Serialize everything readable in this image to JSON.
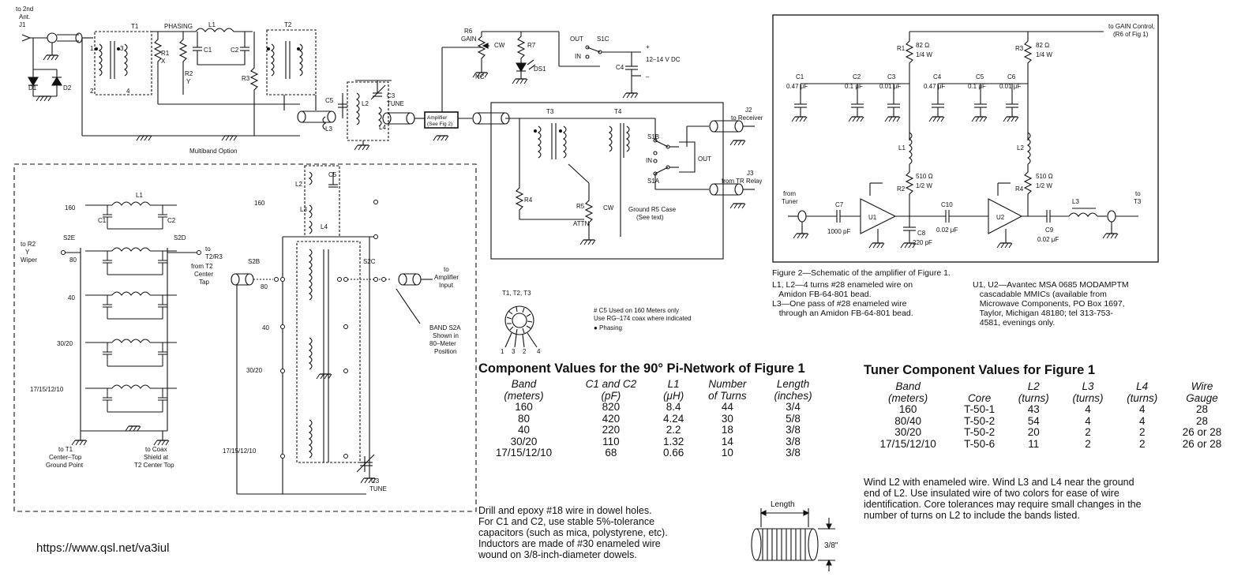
{
  "url": "https://www.qsl.net/va3iul",
  "schematic_top": {
    "labels": {
      "ant": "to 2nd\nAnt.\nJ1",
      "d1": "D1",
      "d2": "D2",
      "t1": "T1",
      "phasing": "PHASING",
      "l1": "L1",
      "c1": "C1",
      "c2": "C2",
      "r1": "R1",
      "r1x": "X",
      "r2": "R2",
      "r2y": "Y",
      "r3": "R3",
      "t2": "T2",
      "c5": "C5",
      "l2": "L2",
      "l3": "L3",
      "l4": "L4",
      "c3": "C3",
      "tune": "TUNE",
      "amp": "Amplifier\n(See Fig 2)",
      "r6": "R6",
      "gain": "GAIN",
      "cw": "CW",
      "nc": "NC",
      "r7": "R7",
      "ds1": "DS1",
      "out": "OUT",
      "in": "IN",
      "s1c": "S1C",
      "c4": "C4",
      "supply": "12–14 V DC",
      "plus": "+",
      "minus": "–",
      "t3": "T3",
      "t4": "T4",
      "r4": "R4",
      "r5": "R5",
      "attn": "ATTN",
      "s1b": "S1B",
      "s1a": "S1A",
      "in2": "IN",
      "out2": "OUT",
      "cw2": "CW",
      "ground_r5": "Ground R5 Case\n(See text)",
      "j2": "J2\nto Receiver",
      "j3": "J3\nfrom TR Relay",
      "multiband": "Multiband Option",
      "wind1": "1",
      "wind2": "2",
      "wind3": "3",
      "wind4": "4"
    }
  },
  "schematic_fig2": {
    "labels": {
      "gain_ctrl": "to GAIN Control,\n(R6 of Fig 1)",
      "r1": "R1",
      "r1v": "82 Ω\n1/4 W",
      "r3": "R3",
      "r3v": "82 Ω\n1/4 W",
      "c1": "C1\n0.47 μF",
      "c2": "C2\n0.1 μF",
      "c3": "C3\n0.01 μF",
      "c4": "C4\n0.47 μF",
      "c5": "C5\n0.1 μF",
      "c6": "C6\n0.01 μF",
      "l1": "L1",
      "l2": "L2",
      "l3": "L3",
      "r2": "R2",
      "r2v": "510 Ω\n1/2 W",
      "r4": "R4",
      "r4v": "510 Ω\n1/2 W",
      "from_tuner": "from\nTuner",
      "c7": "C7\n1000 pF",
      "u1": "U1",
      "c8": "C8\n220 pF",
      "c10": "C10\n0.02 μF",
      "u2": "U2",
      "c9": "C9\n0.02 μF",
      "to_t3": "to\nT3"
    },
    "caption_title": "Figure 2—Schematic of the amplifier of Figure 1.",
    "caption_left": "L1, L2—4 turns #28 enameled wire on\n   Amidon FB-64-801 bead.\nL3—One pass of #28 enameled wire\n   through an Amidon FB-64-801 bead.",
    "caption_right": "U1, U2—Avantec MSA 0685 MODAMPTM\n   cascadable MMICs (available from\n   Microwave Components, PO Box 1697,\n   Taylor, Michigan 48180; tel 313-753-\n   4581, evenings only."
  },
  "schematic_bottom": {
    "labels": {
      "b160": "160",
      "b80": "80",
      "b40": "40",
      "b3020": "30/20",
      "b17": "17/15/12/10",
      "l1": "L1",
      "c1": "C1",
      "c2": "C2",
      "s2e": "S2E",
      "s2d": "S2D",
      "to_r2": "to R2\nY\nWiper",
      "to_t2": "to\nT2/R3",
      "to_t1": "to T1\nCenter-Top\nGround Point",
      "to_coax": "to Coax\nShield at\nT2 Center Top",
      "c5": "C5",
      "l2": "L2",
      "l3": "L3",
      "l4": "L4",
      "r160": "160",
      "r80": "80",
      "r40": "40",
      "r3020": "30/20",
      "r17": "17/15/12/10",
      "s2b": "S2B",
      "s2c": "S2C",
      "from_t2": "from T2\nCenter\nTap",
      "to_amp": "to\nAmplifier\nInput",
      "band": "BAND S2A\nShown in\n80–Meter\nPosition",
      "c3": "C3\nTUNE"
    }
  },
  "toroid_note": {
    "label": "T1, T2, T3",
    "pins": [
      "1",
      "3",
      "2",
      "4"
    ],
    "note1": "# C5 Used on 160 Meters only",
    "note2": "Use RG–174 coax where indicated",
    "note3": "● Phasing"
  },
  "table1": {
    "title": "Component Values for the 90° Pi-Network of Figure 1",
    "headers": [
      "Band\n(meters)",
      "C1 and C2\n(pF)",
      "L1\n(μH)",
      "Number\nof Turns",
      "Length\n(inches)"
    ],
    "rows": [
      [
        "160",
        "820",
        "8.4",
        "44",
        "3/4"
      ],
      [
        "80",
        "420",
        "4.24",
        "30",
        "5/8"
      ],
      [
        "40",
        "220",
        "2.2",
        "18",
        "3/8"
      ],
      [
        "30/20",
        "110",
        "1.32",
        "14",
        "3/8"
      ],
      [
        "17/15/12/10",
        "68",
        "0.66",
        "10",
        "3/8"
      ]
    ],
    "note": "Drill and epoxy #18 wire in dowel holes.\nFor C1 and C2, use stable 5%-tolerance\ncapacitors (such as mica, polystyrene, etc).\nInductors are made of #30 enameled wire\nwound on 3/8-inch-diameter dowels.",
    "coil_length": "Length",
    "coil_dia": "3/8\""
  },
  "table2": {
    "title": "Tuner Component Values for Figure 1",
    "headers": [
      "Band\n(meters)",
      "Core",
      "L2\n(turns)",
      "L3\n(turns)",
      "L4\n(turns)",
      "Wire\nGauge"
    ],
    "rows": [
      [
        "160",
        "T-50-1",
        "43",
        "4",
        "4",
        "28"
      ],
      [
        "80/40",
        "T-50-2",
        "54",
        "4",
        "4",
        "28"
      ],
      [
        "30/20",
        "T-50-2",
        "20",
        "2",
        "2",
        "26 or 28"
      ],
      [
        "17/15/12/10",
        "T-50-6",
        "11",
        "2",
        "2",
        "26 or 28"
      ]
    ],
    "note": "Wind L2 with enameled wire. Wind L3 and L4 near the ground\nend of L2. Use insulated wire of two colors for ease of wire\nidentification. Core tolerances may require small changes in the\nnumber of turns on L2 to include the bands listed."
  }
}
